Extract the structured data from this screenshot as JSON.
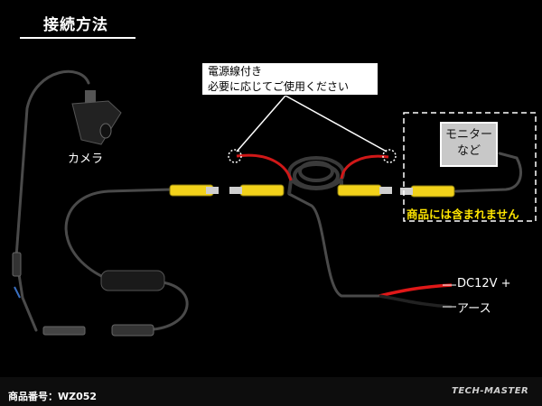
{
  "title": "接続方法",
  "callout": {
    "line1": "電源線付き",
    "line2": "必要に応じてご使用ください"
  },
  "labels": {
    "camera": "カメラ",
    "dc12v": "DC12V +",
    "ground": "アース"
  },
  "monitor": {
    "line1": "モニター",
    "line2": "など"
  },
  "not_included": "商品には含まれません",
  "footer": {
    "product_code": "商品番号：WZ052",
    "logo": "TECH-MASTER"
  },
  "colors": {
    "background": "#000000",
    "cable": "#4a4a4a",
    "rca_yellow": "#f2d21a",
    "power_red": "#e01818",
    "highlight_text": "#ffe600"
  }
}
